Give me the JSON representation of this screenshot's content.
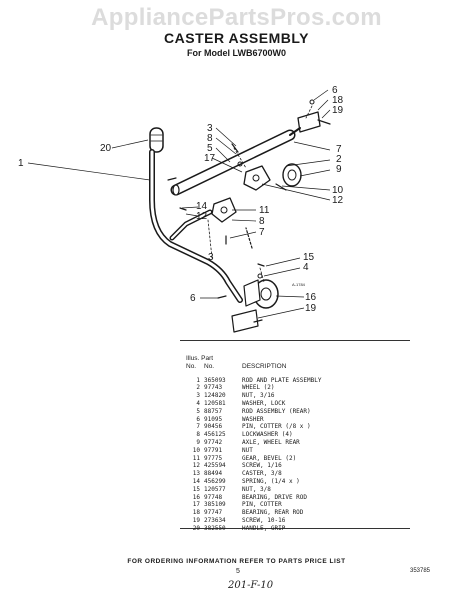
{
  "watermark": "AppliancePartsPros.com",
  "title": "CASTER ASSEMBLY",
  "model_line": "For Model LWB6700W0",
  "diagram": {
    "code": "A-1784",
    "callouts": [
      "1",
      "2",
      "3",
      "4",
      "5",
      "6",
      "7",
      "8",
      "9",
      "10",
      "11",
      "12",
      "13",
      "14",
      "15",
      "16",
      "17",
      "18",
      "19",
      "20"
    ]
  },
  "parts_table": {
    "header_line1": "Illus. Part",
    "col_no": "No.",
    "col_part": "No.",
    "col_desc": "DESCRIPTION",
    "rows": [
      {
        "no": "1",
        "part": "365093",
        "desc": "ROD AND PLATE ASSEMBLY"
      },
      {
        "no": "2",
        "part": "97743",
        "desc": "WHEEL (2)"
      },
      {
        "no": "3",
        "part": "124820",
        "desc": "NUT, 3/16"
      },
      {
        "no": "4",
        "part": "120581",
        "desc": "WASHER, LOCK"
      },
      {
        "no": "5",
        "part": "88757",
        "desc": "ROD ASSEMBLY (REAR)"
      },
      {
        "no": "6",
        "part": "91095",
        "desc": "WASHER"
      },
      {
        "no": "7",
        "part": "90456",
        "desc": "PIN, COTTER (/8 x )"
      },
      {
        "no": "8",
        "part": "456125",
        "desc": "LOCKWASHER (4)"
      },
      {
        "no": "9",
        "part": "97742",
        "desc": "AXLE, WHEEL REAR"
      },
      {
        "no": "10",
        "part": "97791",
        "desc": "NUT"
      },
      {
        "no": "11",
        "part": "97775",
        "desc": "GEAR, BEVEL (2)"
      },
      {
        "no": "12",
        "part": "425594",
        "desc": "SCREW, 1/16"
      },
      {
        "no": "13",
        "part": "88494",
        "desc": "CASTER, 3/8"
      },
      {
        "no": "14",
        "part": "456299",
        "desc": "SPRING, (1/4 x )"
      },
      {
        "no": "15",
        "part": "120577",
        "desc": "NUT, 3/8"
      },
      {
        "no": "16",
        "part": "97748",
        "desc": "BEARING, DRIVE ROD"
      },
      {
        "no": "17",
        "part": "385109",
        "desc": "PIN, COTTER"
      },
      {
        "no": "18",
        "part": "97747",
        "desc": "BEARING, REAR ROD"
      },
      {
        "no": "19",
        "part": "273634",
        "desc": "SCREW, 10-16"
      },
      {
        "no": "20",
        "part": "382550",
        "desc": "HANDLE, GRIP"
      }
    ]
  },
  "footer": {
    "ordering_note": "FOR ORDERING INFORMATION REFER TO PARTS PRICE LIST",
    "page_number": "5",
    "doc_code": "353785",
    "handwritten_note": "201-F-10"
  }
}
